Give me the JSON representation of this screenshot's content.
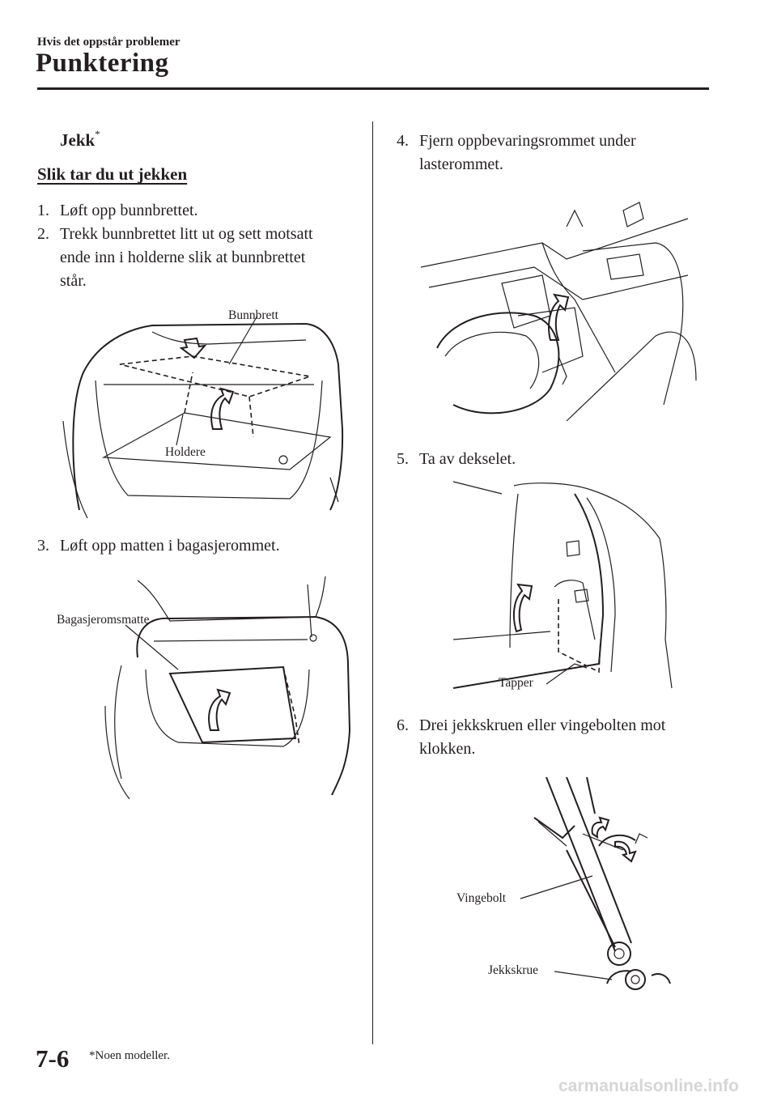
{
  "header": {
    "section": "Hvis det oppstår problemer",
    "title": "Punktering"
  },
  "left": {
    "heading": "Jekk",
    "heading_mark": "*",
    "subheading": "Slik tar du ut jekken",
    "steps": [
      {
        "num": "1.",
        "lines": [
          "Løft opp bunnbrettet."
        ]
      },
      {
        "num": "2.",
        "lines": [
          "Trekk bunnbrettet litt ut og sett motsatt",
          "ende inn i holderne slik at bunnbrettet",
          "står."
        ]
      },
      {
        "num": "3.",
        "lines": [
          "Løft opp matten i bagasjerommet."
        ]
      }
    ],
    "fig1_labels": {
      "a": "Bunnbrett",
      "b": "Holdere"
    },
    "fig2_labels": {
      "a": "Bagasjeromsmatte"
    }
  },
  "right": {
    "steps": [
      {
        "num": "4.",
        "lines": [
          "Fjern oppbevaringsrommet under",
          "lasterommet."
        ]
      },
      {
        "num": "5.",
        "lines": [
          "Ta av dekselet."
        ]
      },
      {
        "num": "6.",
        "lines": [
          "Drei jekkskruen eller vingebolten mot",
          "klokken."
        ]
      }
    ],
    "fig4_labels": {
      "a": "Tapper"
    },
    "fig5_labels": {
      "a": "Vingebolt",
      "b": "Jekkskrue"
    }
  },
  "footer": {
    "page": "7-6",
    "footnote": "*Noen modeller.",
    "watermark": "carmanualsonline.info"
  }
}
